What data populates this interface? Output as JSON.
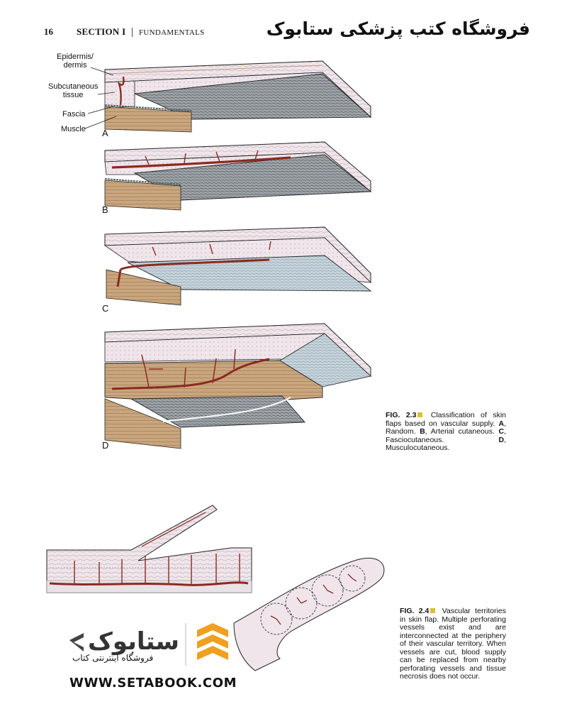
{
  "header": {
    "page_number": "16",
    "section_label": "SECTION I",
    "section_title": "FUNDAMENTALS",
    "store_title": "فروشگاه کتب پزشکی ستابوک"
  },
  "figure_2_3": {
    "layer_labels": {
      "epidermis": "Epidermis/\ndermis",
      "subcutaneous": "Subcutaneous\ntissue",
      "fascia": "Fascia",
      "muscle": "Muscle"
    },
    "panels": [
      "A",
      "B",
      "C",
      "D"
    ],
    "caption": {
      "fig": "FIG. 2.3",
      "text": "Classification of skin flaps based on vascular supply.",
      "items": [
        {
          "letter": "A",
          "text": ", Random. "
        },
        {
          "letter": "B",
          "text": ", Arterial cutaneous. "
        },
        {
          "letter": "C",
          "text": ", Fasciocutaneous. "
        },
        {
          "letter": "D",
          "text": ", Musculocutaneous."
        }
      ]
    }
  },
  "figure_2_4": {
    "caption": {
      "fig": "FIG. 2.4",
      "text": "Vascular territories in skin flap. Multiple perforating vessels exist and are interconnected at the periphery of their vascular territory. When vessels are cut, blood supply can be replaced from nearby perforating vessels and tissue necrosis does not occur."
    }
  },
  "watermark": {
    "store_subtitle": "فروشگاه اینترنتی کتاب",
    "website": "WWW.SETABOOK.COM",
    "logo_color": "#f0a020"
  },
  "colors": {
    "vessel": "#8a2a20",
    "dermis": "#ece2e6",
    "muscle": "#c9a27a",
    "fascia": "#c9d4dc"
  }
}
